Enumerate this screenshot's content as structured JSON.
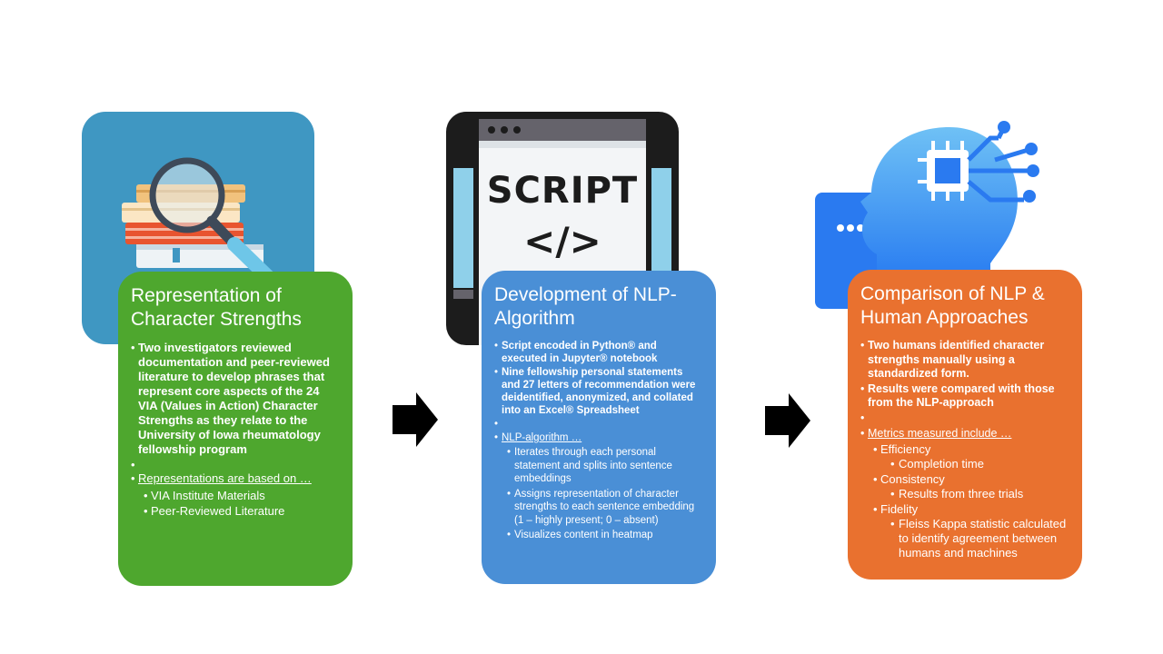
{
  "cards": [
    {
      "title": "Representation of Character Strengths",
      "color": "#4ea72e",
      "bullets": [
        "Two investigators reviewed documentation and peer-reviewed literature to develop phrases that represent core aspects of the 24 VIA (Values in Action) Character Strengths as they relate to the University of Iowa rheumatology fellowship program"
      ],
      "sub_heading": "Representations are based on …",
      "sub_items": [
        "VIA Institute Materials",
        "Peer-Reviewed Literature"
      ]
    },
    {
      "title": "Development of NLP-Algorithm",
      "color": "#4a8fd6",
      "bullets": [
        "Script encoded in Python® and executed in Jupyter® notebook",
        "Nine fellowship personal statements  and 27 letters of recommendation were deidentified, anonymized, and collated into an Excel® Spreadsheet"
      ],
      "sub_heading": "NLP-algorithm …",
      "sub_items": [
        "Iterates through each personal statement and splits into sentence embeddings",
        "Assigns representation of character strengths to each sentence embedding (1 – highly present; 0 – absent)",
        "Visualizes content in heatmap"
      ]
    },
    {
      "title": "Comparison of NLP & Human Approaches",
      "color": "#e9712f",
      "bullets": [
        "Two humans identified character strengths manually using a standardized form.",
        "Results were compared with those from the NLP-approach"
      ],
      "sub_heading": "Metrics measured include …",
      "metrics": [
        {
          "name": "Efficiency",
          "detail": "Completion time"
        },
        {
          "name": "Consistency",
          "detail": "Results from three trials"
        },
        {
          "name": "Fidelity",
          "detail": "Fleiss Kappa statistic calculated to identify agreement between humans and machines"
        }
      ]
    }
  ],
  "illustrations": {
    "script_label": "SCRIPT",
    "code_label": "</>"
  },
  "icons": [
    "books-magnifier-icon",
    "script-tablet-icon",
    "ai-head-icon",
    "arrow-right-icon"
  ]
}
